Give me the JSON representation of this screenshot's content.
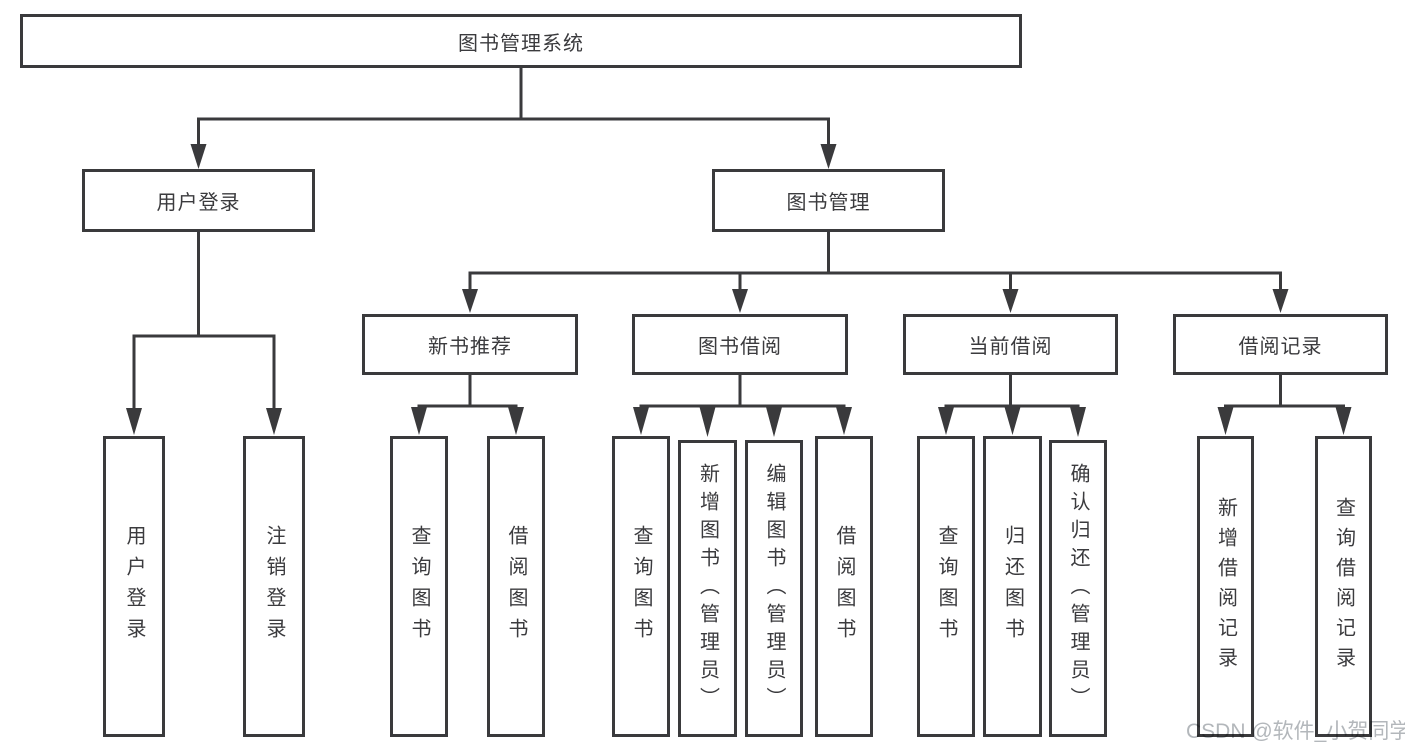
{
  "diagram_title": "图书管理系统",
  "tree": {
    "label": "图书管理系统",
    "children": [
      {
        "label": "用户登录",
        "children": [
          {
            "label": "用户登录"
          },
          {
            "label": "注销登录"
          }
        ]
      },
      {
        "label": "图书管理",
        "children": [
          {
            "label": "新书推荐",
            "children": [
              {
                "label": "查询图书"
              },
              {
                "label": "借阅图书"
              }
            ]
          },
          {
            "label": "图书借阅",
            "children": [
              {
                "label": "查询图书"
              },
              {
                "label": "新增图书（管理员）"
              },
              {
                "label": "编辑图书（管理员）"
              },
              {
                "label": "借阅图书"
              }
            ]
          },
          {
            "label": "当前借阅",
            "children": [
              {
                "label": "查询图书"
              },
              {
                "label": "归还图书"
              },
              {
                "label": "确认归还（管理员）"
              }
            ]
          },
          {
            "label": "借阅记录",
            "children": [
              {
                "label": "新增借阅记录"
              },
              {
                "label": "查询借阅记录"
              }
            ]
          }
        ]
      }
    ]
  },
  "watermark": "CSDN @软件_小贺同学",
  "colors": {
    "line": "#3a3a3c",
    "text": "#3b3b3e",
    "watermark": "#b3b7bb"
  }
}
